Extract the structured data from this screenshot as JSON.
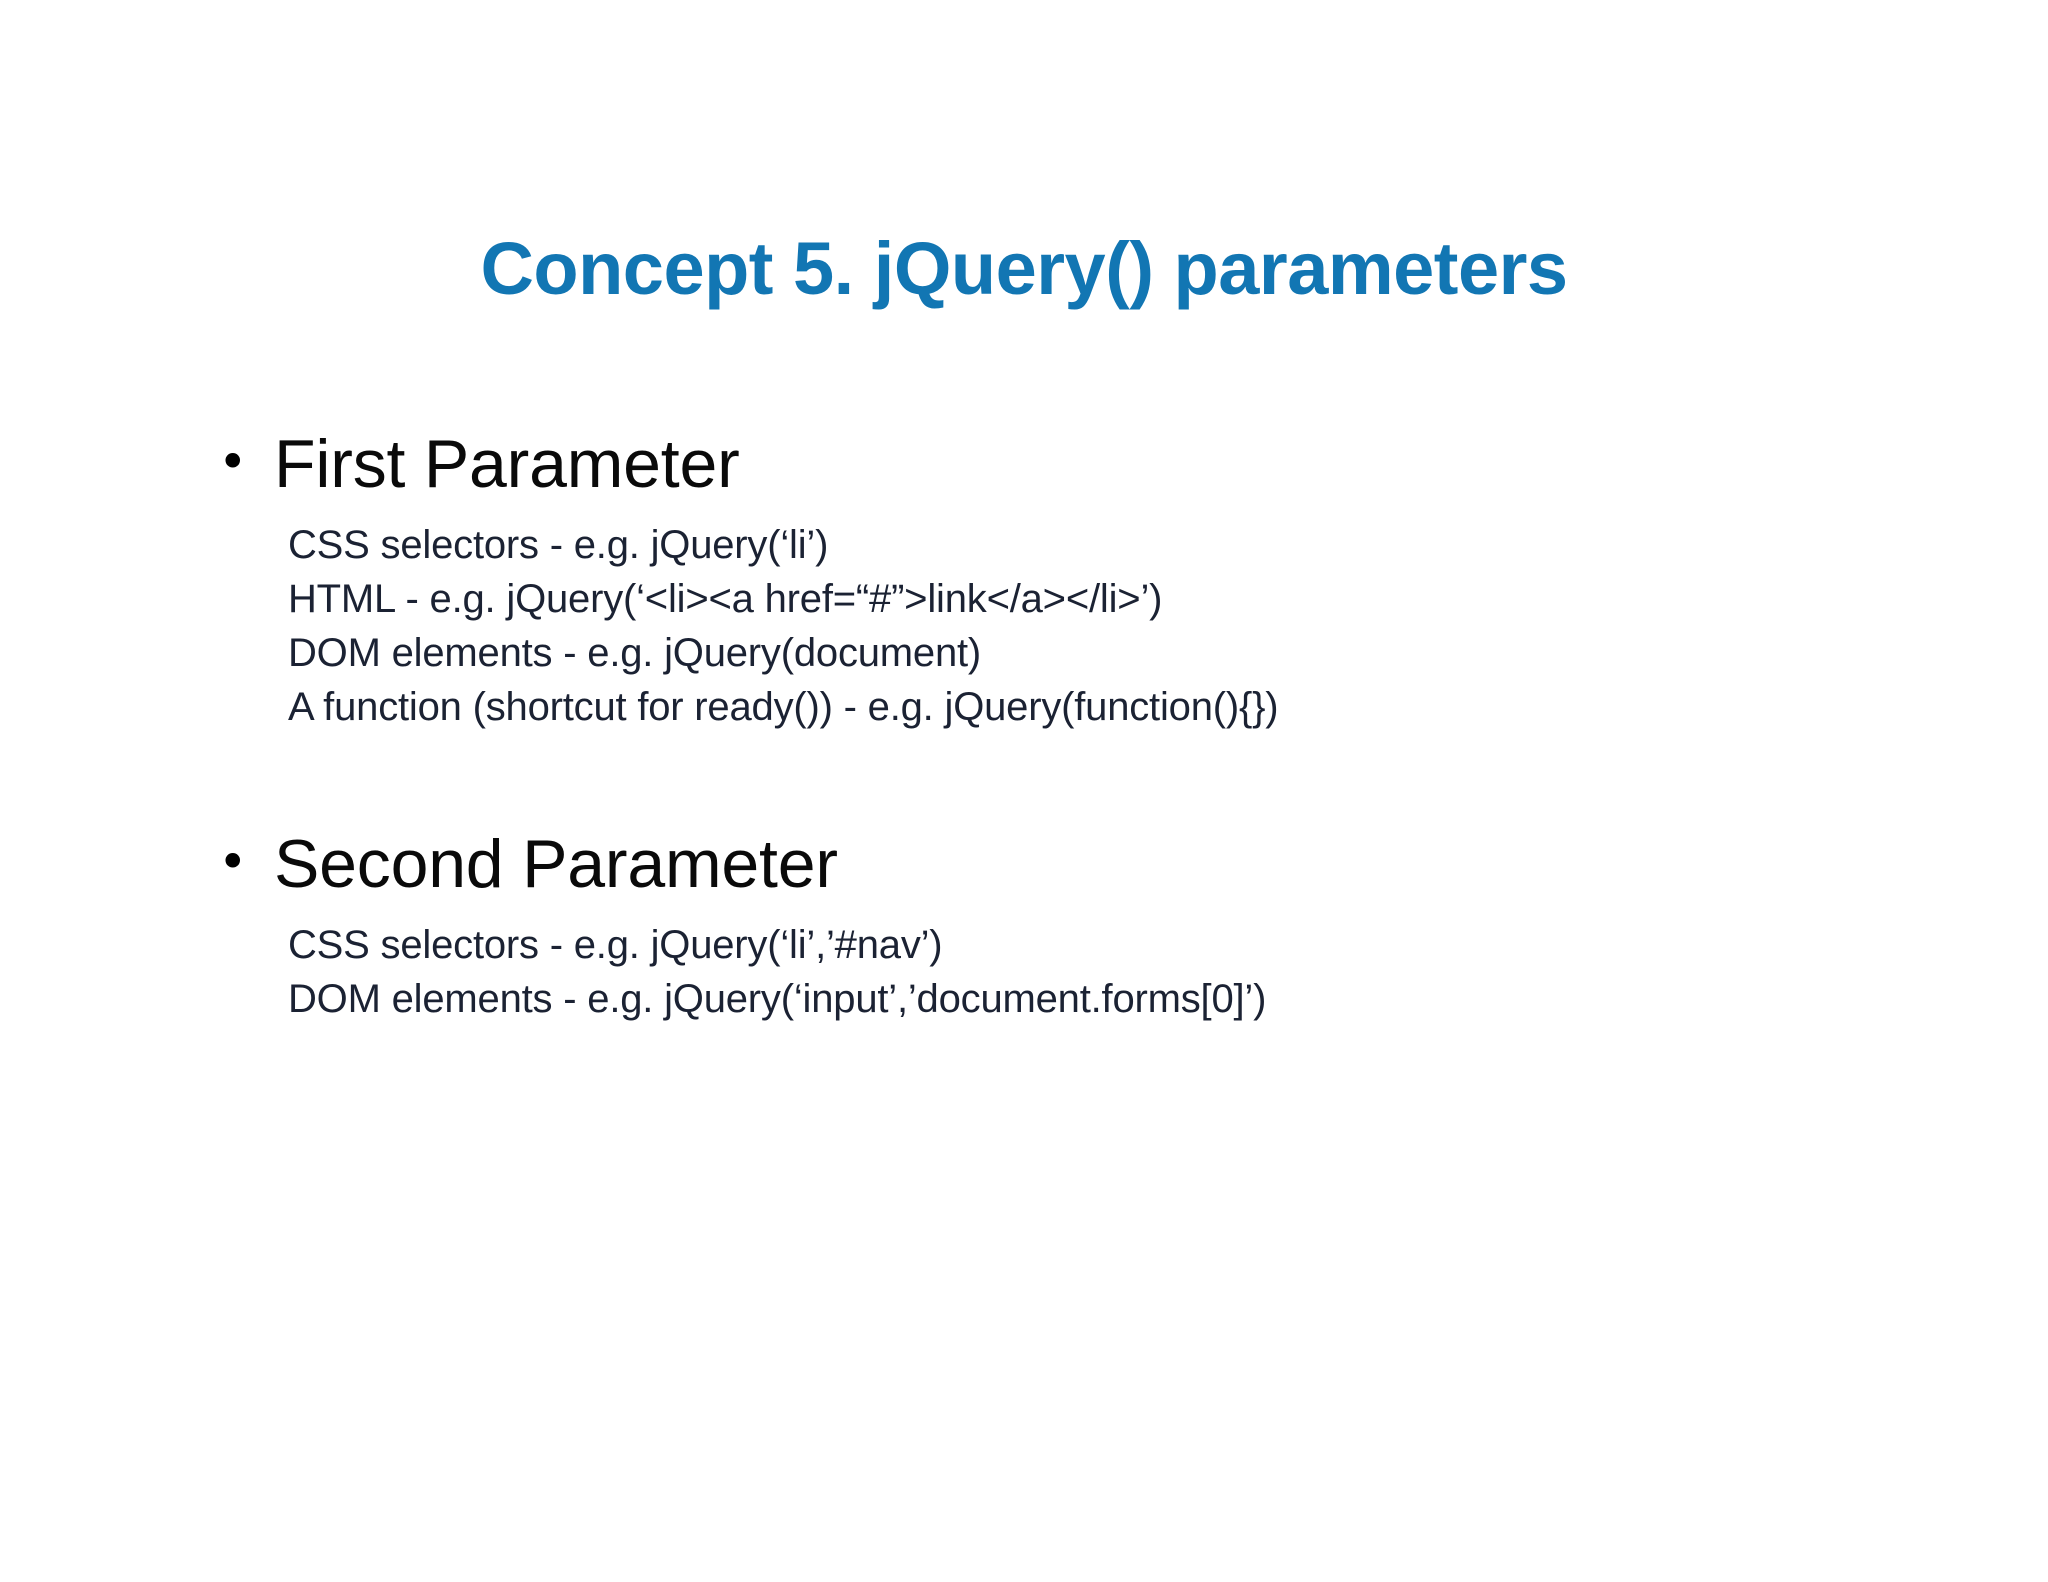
{
  "slide": {
    "title": "Concept 5. jQuery() parameters",
    "title_color": "#1276b3",
    "background_color": "#ffffff",
    "body_text_color": "#1b2233",
    "heading_text_color": "#0a0a0a",
    "bullet_glyph": "•",
    "sections": [
      {
        "heading": "First Parameter",
        "lines": [
          "CSS selectors - e.g. jQuery(‘li’)",
          "HTML - e.g. jQuery(‘<li><a href=“#”>link</a></li>’)",
          "DOM elements - e.g. jQuery(document)",
          "A function (shortcut for ready()) - e.g. jQuery(function(){})"
        ]
      },
      {
        "heading": "Second Parameter",
        "lines": [
          "CSS selectors - e.g. jQuery(‘li’,’#nav’)",
          "DOM elements - e.g. jQuery(‘input’,’document.forms[0]’)"
        ]
      }
    ]
  }
}
